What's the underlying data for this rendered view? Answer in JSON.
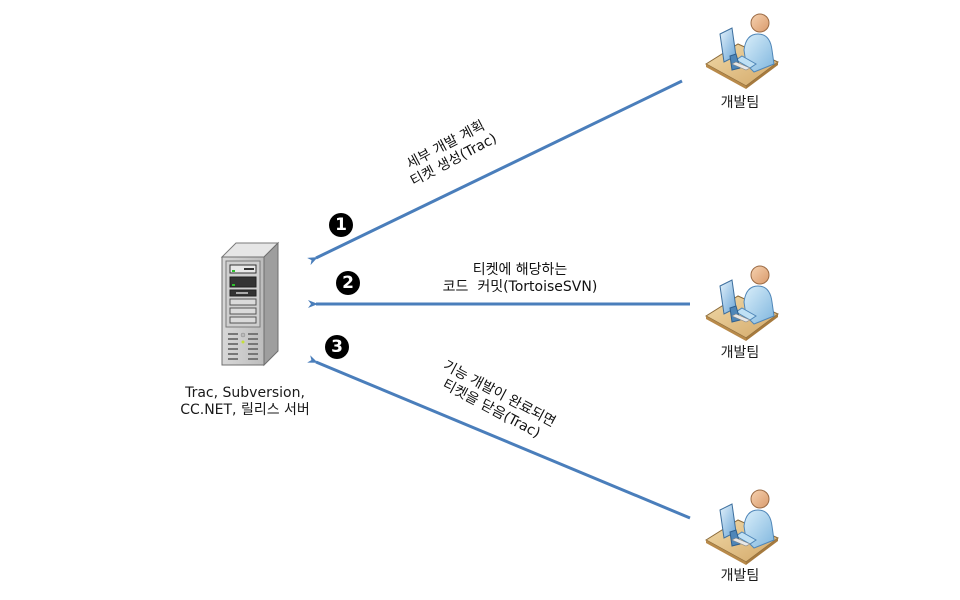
{
  "diagram": {
    "type": "workflow",
    "arrow_color": "#4a7ebb",
    "server": {
      "icon": "server-tower-icon",
      "label": "Trac, Subversion,\nCC.NET, 릴리스 서버"
    },
    "teams": [
      {
        "icon": "developer-at-desk-icon",
        "label": "개발팀"
      },
      {
        "icon": "developer-at-desk-icon",
        "label": "개발팀"
      },
      {
        "icon": "developer-at-desk-icon",
        "label": "개발팀"
      }
    ],
    "steps": [
      {
        "number": "1",
        "text": "세부 개발 계획\n티켓 생성(Trac)",
        "from": "team-1",
        "to": "server"
      },
      {
        "number": "2",
        "text": "티켓에 해당하는\n코드  커밋(TortoiseSVN)",
        "from": "team-2",
        "to": "server"
      },
      {
        "number": "3",
        "text": "기능 개발이 완료되면\n티켓을 닫음(Trac)",
        "from": "team-3",
        "to": "server"
      }
    ]
  }
}
